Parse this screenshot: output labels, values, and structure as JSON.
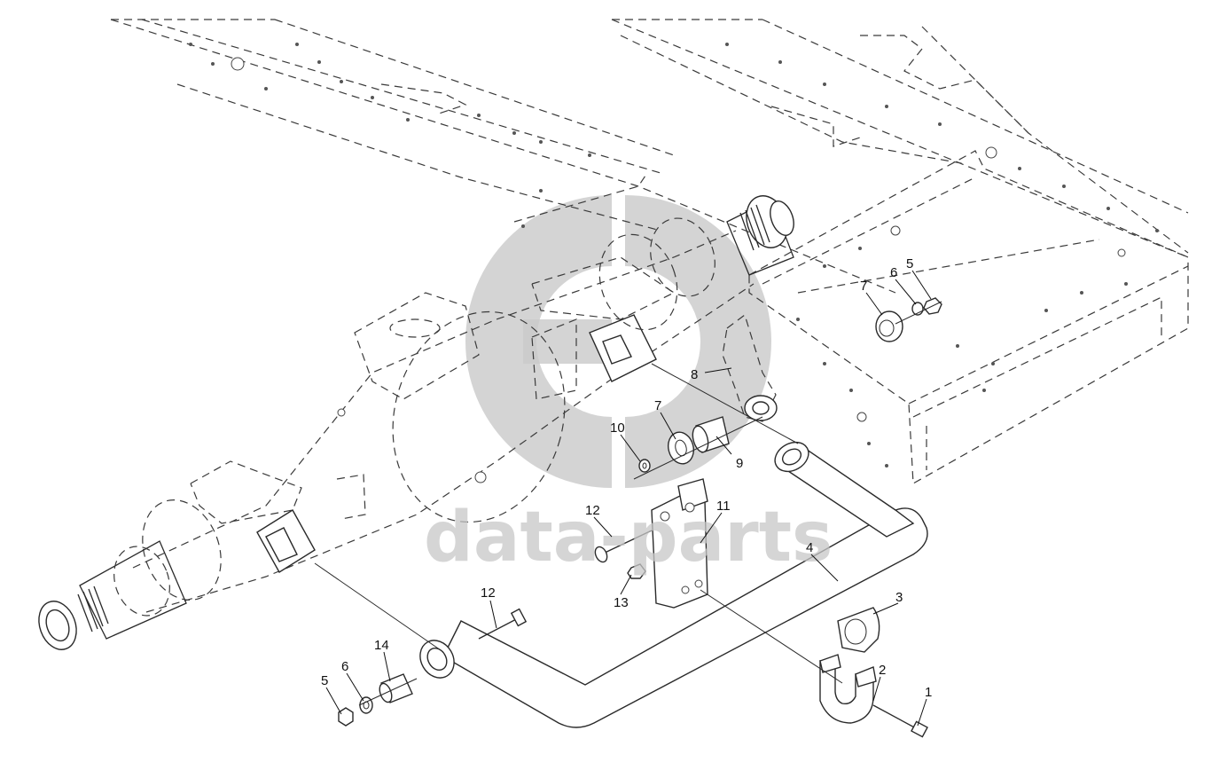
{
  "callouts": [
    {
      "id": "c1",
      "label": "1"
    },
    {
      "id": "c2",
      "label": "2"
    },
    {
      "id": "c3",
      "label": "3"
    },
    {
      "id": "c4",
      "label": "4"
    },
    {
      "id": "c5a",
      "label": "5"
    },
    {
      "id": "c5b",
      "label": "5"
    },
    {
      "id": "c6a",
      "label": "6"
    },
    {
      "id": "c6b",
      "label": "6"
    },
    {
      "id": "c7a",
      "label": "7"
    },
    {
      "id": "c7b",
      "label": "7"
    },
    {
      "id": "c8",
      "label": "8"
    },
    {
      "id": "c9",
      "label": "9"
    },
    {
      "id": "c10",
      "label": "10"
    },
    {
      "id": "c11",
      "label": "11"
    },
    {
      "id": "c12a",
      "label": "12"
    },
    {
      "id": "c12b",
      "label": "12"
    },
    {
      "id": "c13",
      "label": "13"
    },
    {
      "id": "c14",
      "label": "14"
    }
  ],
  "watermark": {
    "text": "data-parts",
    "color": "#c8c8c8"
  }
}
